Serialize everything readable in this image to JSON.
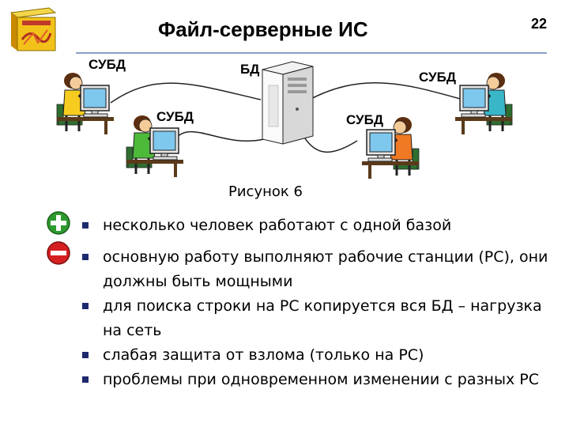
{
  "header": {
    "title": "Файл-серверные ИС",
    "page_number": "22"
  },
  "diagram": {
    "labels": {
      "dbms_top_left": "СУБД",
      "db": "БД",
      "dbms_top_right": "СУБД",
      "dbms_mid_left": "СУБД",
      "dbms_mid_right": "СУБД"
    },
    "caption": "Рисунок 6"
  },
  "pros": [
    "несколько человек работают с одной базой"
  ],
  "cons": [
    "основную работу выполняют рабочие станции (РС), они должны быть мощными",
    "для поиска строки на РС копируется вся БД – нагрузка на сеть",
    "слабая защита от взлома (только на РС)",
    "проблемы при одновременном изменении с разных РС"
  ],
  "icons": {
    "plus": "plus-icon",
    "minus": "minus-icon"
  },
  "colors": {
    "plus": "#2e9a2e",
    "minus": "#d42020",
    "bullet": "#1e2a6e"
  }
}
